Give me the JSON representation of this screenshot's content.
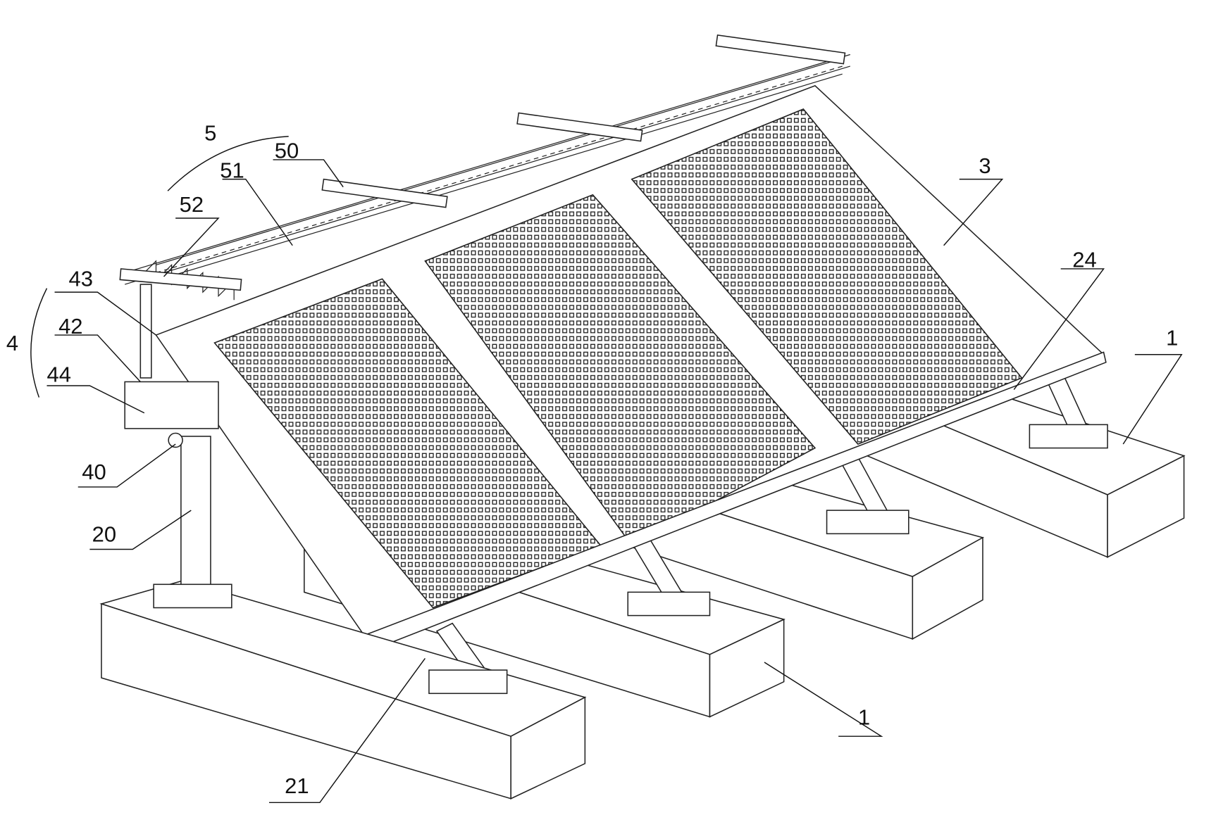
{
  "figure": {
    "labels": {
      "l5": "5",
      "l50": "50",
      "l51": "51",
      "l52": "52",
      "l43": "43",
      "l42": "42",
      "l4": "4",
      "l44": "44",
      "l40": "40",
      "l20": "20",
      "l21": "21",
      "l3": "3",
      "l24": "24",
      "l1a": "1",
      "l1b": "1"
    }
  }
}
